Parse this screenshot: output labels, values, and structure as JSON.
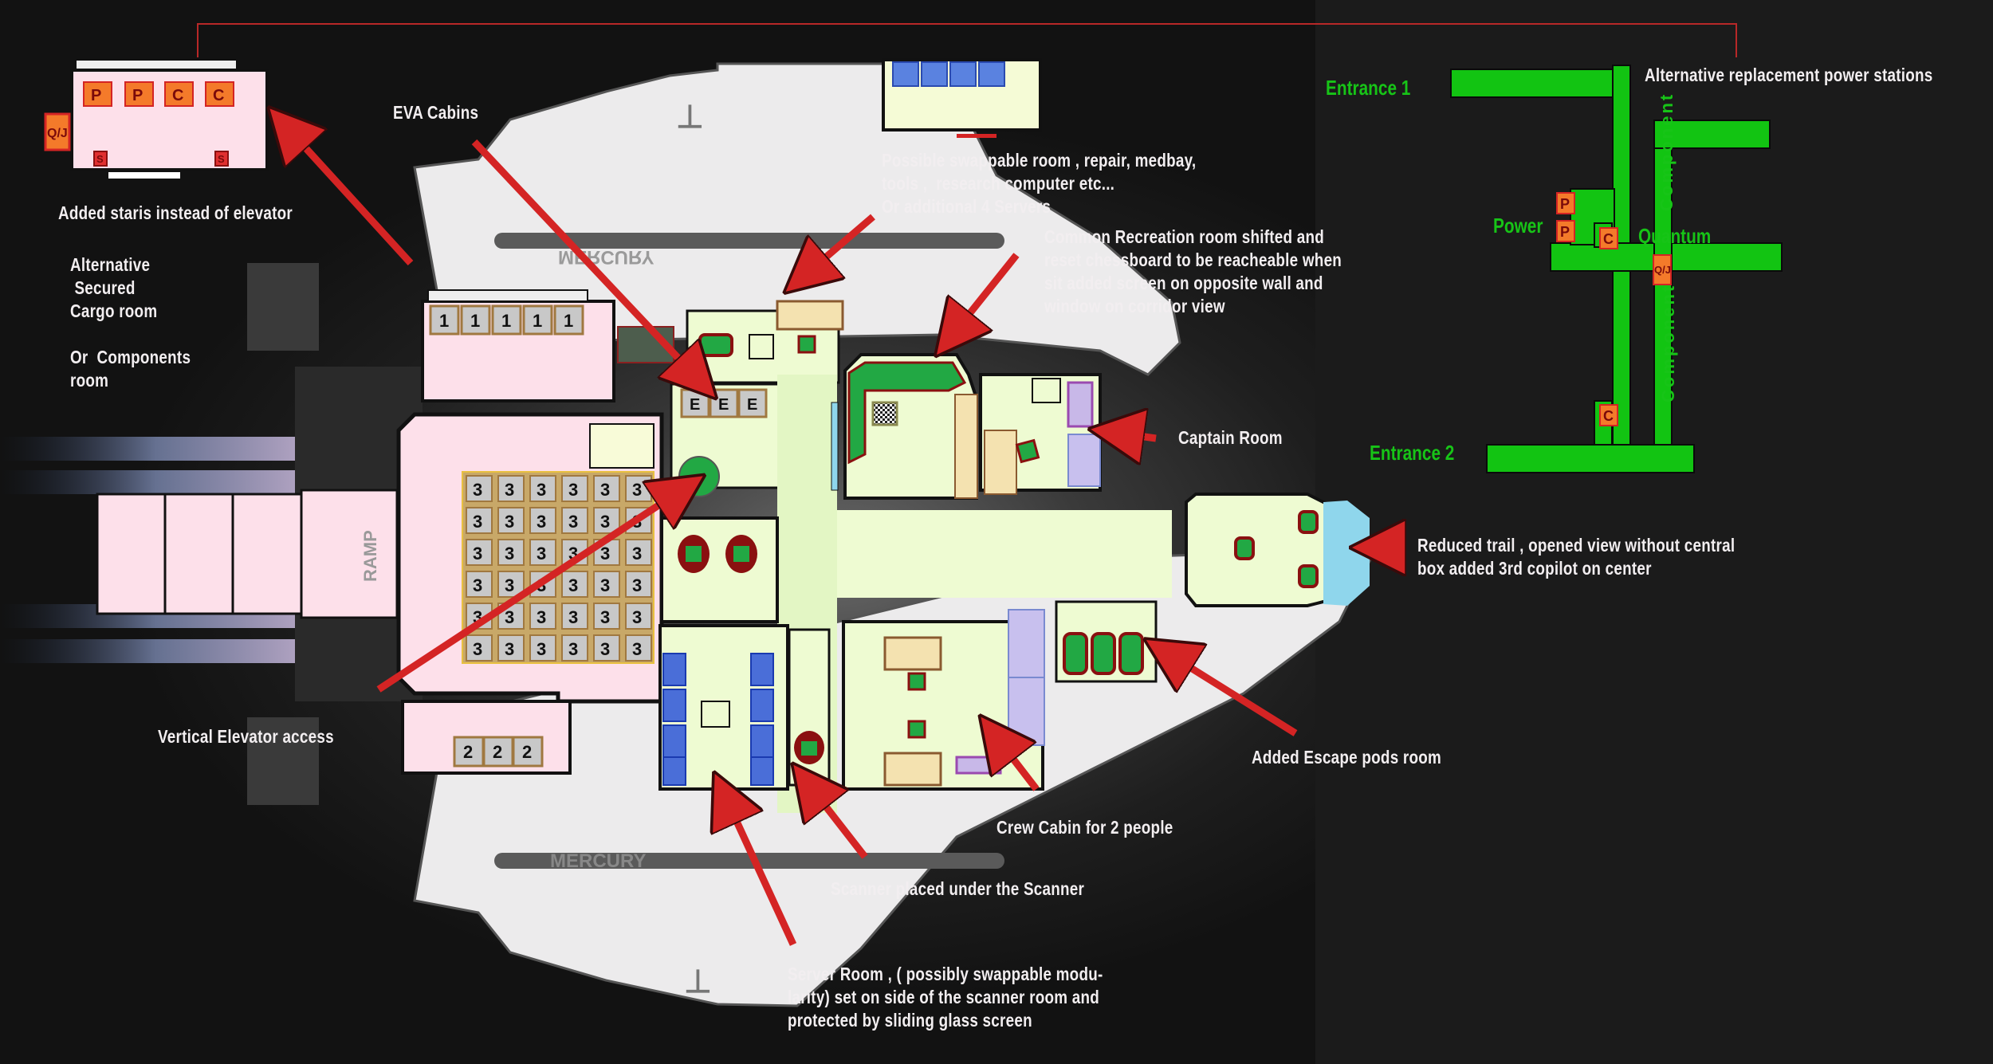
{
  "annotations": {
    "stairs": "Added staris instead of elevator",
    "alt_cargo": "Alternative\n Secured\nCargo room\n\nOr  Components\nroom",
    "eva_cabins": "EVA Cabins",
    "swappable_room": "Possible swappable room , repair, medbay,\ntools ,  research computer etc...\nOr additional 4 Servers",
    "recreation": "Common Recreation room shifted and\nreset chessboard to be reacheable when\nsit added screen on opposite wall and\nwindow on corridor view",
    "captain_room": "Captain Room",
    "cockpit": "Reduced trail , opened view without central\nbox added 3rd copilot on center",
    "escape_pods": "Added Escape pods room",
    "crew_cabin": "Crew Cabin for 2 people",
    "scanner": "Scanner placed under the Scanner",
    "server_room": "Server Room , ( possibly swappable modu-\nlarity) set on side of the scanner room and\nprotected by sliding glass screen",
    "elevator": "Vertical Elevator access"
  },
  "power_diagram": {
    "title": "Alternative replacement power stations",
    "entrance_1": "Entrance 1",
    "entrance_2": "Entrance 2",
    "power_label": "Power",
    "quantum_label": "Quantum",
    "component_upper": "Component",
    "component_lower": "Component",
    "slots": {
      "power_1": "P",
      "power_2": "P",
      "component_1": "C",
      "component_2": "C",
      "quantum": "Q/J"
    }
  },
  "mini_room": {
    "slots": [
      "P",
      "P",
      "C",
      "C"
    ],
    "quantum": "Q/J",
    "stairs": [
      "S",
      "S"
    ]
  },
  "ship": {
    "name_top": "MERCURY",
    "name_bottom": "MERCURY",
    "ramp_label": "RAMP",
    "secured_cargo_slots": [
      "1",
      "1",
      "1",
      "1",
      "1"
    ],
    "eva_slots": [
      "E",
      "E",
      "E"
    ],
    "lower_cargo_slots": [
      "2",
      "2",
      "2"
    ],
    "main_cargo_slot": "3",
    "main_cargo_grid": "6x6"
  },
  "colors": {
    "arrow": "#d42424",
    "green_map": "#12c412",
    "cargo_pink": "#fde0ea",
    "room_green": "#eefbd2",
    "slot_orange": "#f47a2a",
    "glass_blue": "#8fd6ec"
  }
}
